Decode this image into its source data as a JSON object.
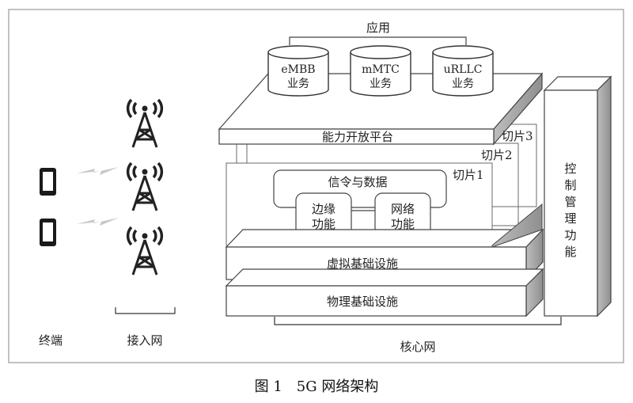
{
  "diagram": {
    "top_label": "应用",
    "services": [
      {
        "line1": "eMBB",
        "line2": "业务"
      },
      {
        "line1": "mMTC",
        "line2": "业务"
      },
      {
        "line1": "uRLLC",
        "line2": "业务"
      }
    ],
    "capability_platform": "能力开放平台",
    "slices": [
      "切片3",
      "切片2",
      "切片1"
    ],
    "signaling": "信令与数据",
    "edge_function": {
      "line1": "边缘",
      "line2": "功能"
    },
    "network_function": {
      "line1": "网络",
      "line2": "功能"
    },
    "virtual_infra": "虚拟基础设施",
    "physical_infra": "物理基础设施",
    "control_management": [
      "控",
      "制",
      "管",
      "理",
      "功",
      "能"
    ],
    "terminal": "终端",
    "access_network": "接入网",
    "core_network": "核心网"
  },
  "caption": "图 1　5G 网络架构"
}
